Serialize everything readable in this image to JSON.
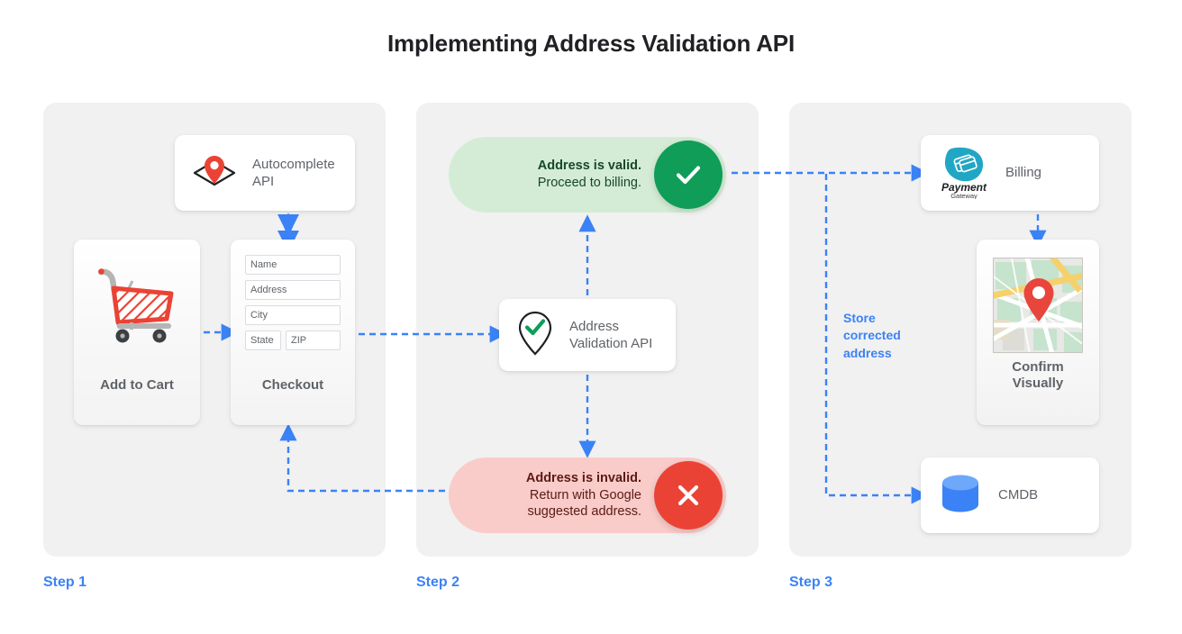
{
  "title": "Implementing Address Validation API",
  "accent_blue": "#3b82f6",
  "panels": [
    {
      "step_label": "Step 1"
    },
    {
      "step_label": "Step 2"
    },
    {
      "step_label": "Step 3"
    }
  ],
  "step1": {
    "autocomplete_card": {
      "label": "Autocomplete\nAPI",
      "icon": "map-pin-diamond-icon"
    },
    "add_to_cart_card": {
      "label": "Add to Cart",
      "icon": "shopping-cart-icon"
    },
    "checkout_card": {
      "label": "Checkout",
      "fields": [
        {
          "name": "name",
          "placeholder": "Name"
        },
        {
          "name": "address",
          "placeholder": "Address"
        },
        {
          "name": "city",
          "placeholder": "City"
        },
        {
          "name": "state",
          "placeholder": "State"
        },
        {
          "name": "zip",
          "placeholder": "ZIP"
        }
      ]
    }
  },
  "step2": {
    "valid_pill": {
      "title": "Address is valid.",
      "subtitle": "Proceed to billing.",
      "badge_icon": "check-icon",
      "badge_color": "#0f9d58",
      "background": "#d4ecd5"
    },
    "invalid_pill": {
      "title": "Address is invalid.",
      "subtitle": "Return with Google\nsuggested address.",
      "badge_icon": "close-icon",
      "badge_color": "#ea4335",
      "background": "#f9ccc9"
    },
    "validation_card": {
      "label": "Address\nValidation API",
      "icon": "pin-check-icon"
    }
  },
  "step3": {
    "billing_card": {
      "label": "Billing",
      "icon": "payment-gateway-logo",
      "logo_primary_text": "Payment",
      "logo_secondary_text": "Gateway"
    },
    "confirm_card": {
      "label": "Confirm\nVisually",
      "icon": "map-thumbnail-icon"
    },
    "cmdb_card": {
      "label": "CMDB",
      "icon": "database-icon"
    },
    "store_label": "Store\ncorrected\naddress"
  }
}
